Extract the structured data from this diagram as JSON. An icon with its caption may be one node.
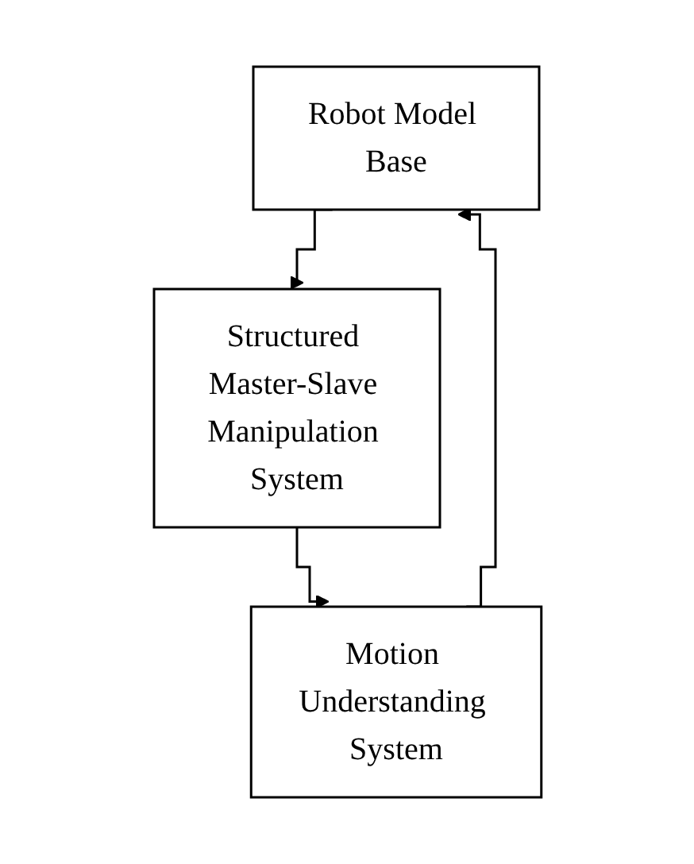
{
  "diagram": {
    "nodes": [
      {
        "text": [
          "Robot Model Base"
        ]
      },
      {
        "text": [
          "Motion Understanding System"
        ]
      },
      {
        "text": [
          "Structured Master-Slave Manipulation System"
        ]
      }
    ],
    "edges": [
      {
        "from": 0,
        "to": 2,
        "arrow": "to"
      },
      {
        "from": 2,
        "to": 1,
        "arrow": "to"
      },
      {
        "from": 1,
        "to": 0,
        "arrow": "to"
      }
    ]
  }
}
